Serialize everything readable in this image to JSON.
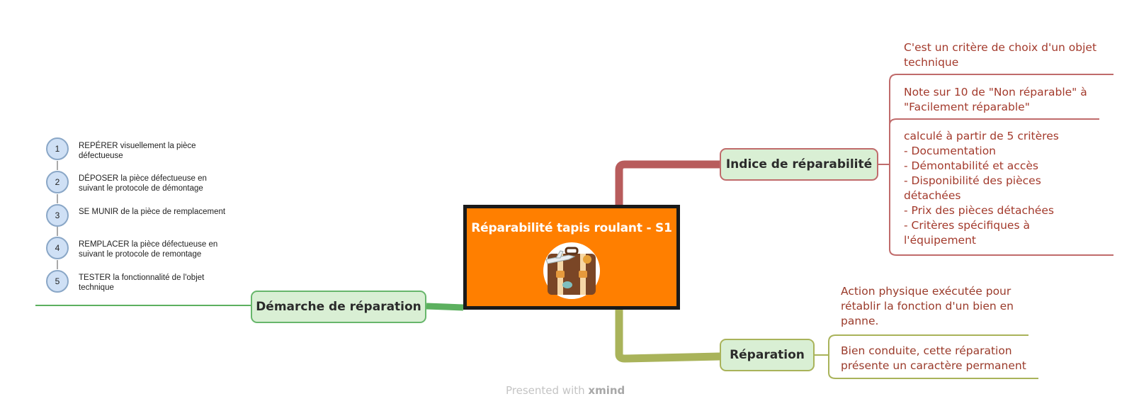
{
  "central": {
    "title": "Réparabilité tapis roulant - S1",
    "image_icon": "suitcase-icon"
  },
  "branches": {
    "indice": {
      "label": "Indice de réparabilité",
      "notes": [
        "C'est un critère de choix d'un objet technique",
        "Note sur 10 de \"Non réparable\" à \"Facilement réparable\"",
        "calculé à partir de 5 critères\n- Documentation\n- Démontabilité et accès\n- Disponibilité des pièces détachées\n- Prix des pièces détachées\n- Critères spécifiques à l'équipement"
      ]
    },
    "reparation": {
      "label": "Réparation",
      "notes": [
        "Action physique exécutée pour rétablir la fonction d'un bien en panne.",
        "Bien conduite, cette réparation présente un caractère permanent"
      ]
    },
    "demarche": {
      "label": "Démarche de réparation",
      "steps": [
        {
          "number": "1",
          "text": "REPÉRER visuellement la pièce défectueuse"
        },
        {
          "number": "2",
          "text": "DÉPOSER la pièce défectueuse en suivant le protocole de démontage"
        },
        {
          "number": "3",
          "text": "SE MUNIR de la pièce de remplacement"
        },
        {
          "number": "4",
          "text": "REMPLACER la pièce défectueuse en suivant le protocole de remontage"
        },
        {
          "number": "5",
          "text": "TESTER la fonctionnalité de l'objet technique"
        }
      ]
    }
  },
  "colors": {
    "central": "#ff7f00",
    "indice_branch": "#b85c5c",
    "reparation_branch": "#a9b35a",
    "demarche_branch": "#5cb05f",
    "topic_fill": "#d9efd4"
  },
  "footer": {
    "prefix": "Presented with",
    "brand": "xmind"
  }
}
